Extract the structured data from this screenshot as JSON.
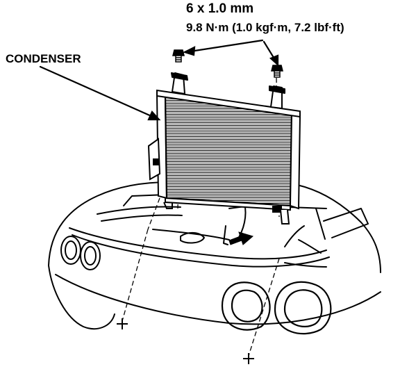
{
  "callouts": {
    "bolt_size": "6 x 1.0 mm",
    "torque": "9.8 N·m (1.0 kgf·m, 7.2 lbf·ft)",
    "part": "CONDENSER"
  },
  "colors": {
    "line": "#000000",
    "background": "#ffffff"
  }
}
